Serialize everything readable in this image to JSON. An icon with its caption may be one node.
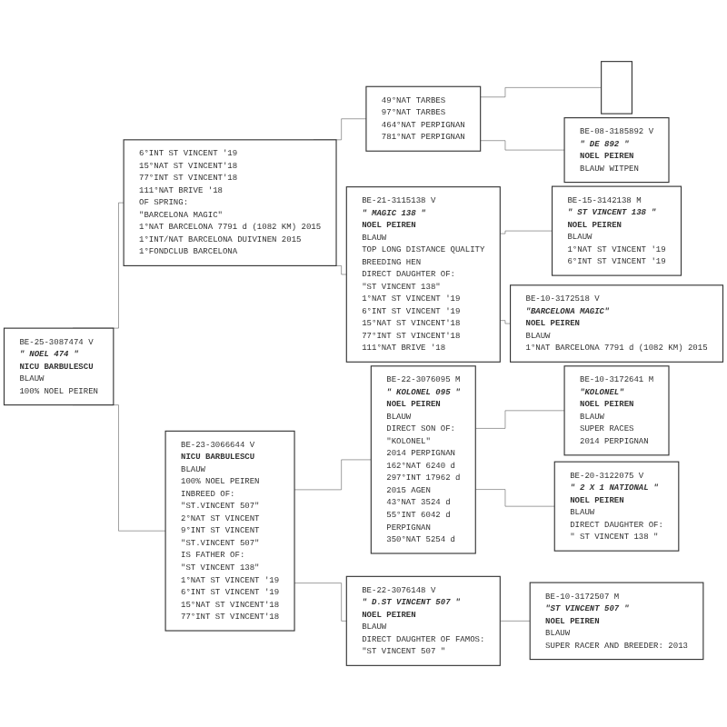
{
  "diagram": {
    "nodes": [
      {
        "text": [
          "BE-25-3087474 V",
          "\" NOEL 474 \"",
          "NICU BARBULESCU",
          "BLAUW",
          "100% NOEL PEIREN"
        ]
      },
      {
        "text": [
          "6°INT ST VINCENT '19",
          "15°NAT ST VINCENT'18",
          "77°INT ST VINCENT'18",
          "111°NAT BRIVE '18",
          "OF SPRING:",
          "\"BARCELONA MAGIC\"",
          "1°NAT BARCELONA 7791 d (1082 KM) 2015",
          "1°INT/NAT BARCELONA DUIVINEN 2015",
          "1°FONDCLUB BARCELONA"
        ]
      },
      {
        "text": [
          "49°NAT TARBES",
          "97°NAT TARBES",
          "464°NAT PERPIGNAN",
          "781°NAT PERPIGNAN"
        ]
      },
      {
        "text": [],
        "shape": "box"
      },
      {
        "text": [
          "BE-08-3185892 V",
          "\" DE 892 \"",
          "NOEL PEIREN",
          "BLAUW WITPEN"
        ]
      },
      {
        "text": [
          "BE-21-3115138 V",
          "\" MAGIC 138 \"",
          "NOEL PEIREN",
          "BLAUW",
          "TOP LONG DISTANCE QUALITY",
          "BREEDING HEN",
          "DIRECT DAUGHTER OF:",
          "\"ST VINCENT 138\"",
          "1°NAT ST VINCENT '19",
          "6°INT ST VINCENT '19",
          "15°NAT ST VINCENT'18",
          "77°INT ST VINCENT'18",
          "111°NAT BRIVE '18"
        ]
      },
      {
        "text": [
          "BE-15-3142138 M",
          "\" ST VINCENT 138 \"",
          "NOEL PEIREN",
          "BLAUW",
          "1°NAT ST VINCENT '19",
          "6°INT ST VINCENT '19"
        ]
      },
      {
        "text": [
          "BE-10-3172518 V",
          "\"BARCELONA MAGIC\"",
          "NOEL PEIREN",
          "BLAUW",
          "1°NAT BARCELONA 7791 d (1082 KM) 2015"
        ]
      },
      {
        "text": [
          "BE-23-3066644 V",
          "NICU BARBULESCU",
          "BLAUW",
          "100% NOEL PEIREN",
          "INBREED OF:",
          "\"ST.VINCENT 507\"",
          "2°NAT ST VINCENT",
          "9°INT ST VINCENT",
          "\"ST.VINCENT 507\"",
          "IS FATHER OF:",
          "\"ST VINCENT 138\"",
          "1°NAT ST VINCENT '19",
          "6°INT ST VINCENT '19",
          "15°NAT ST VINCENT'18",
          "77°INT ST VINCENT'18"
        ]
      },
      {
        "text": [
          "BE-22-3076095 M",
          "\" KOLONEL 095 \"",
          "NOEL PEIREN",
          "BLAUW",
          "DIRECT SON OF:",
          "\"KOLONEL\"",
          "2014 PERPIGNAN",
          "162°NAT 6240 d",
          "297°INT 17962 d",
          "2015 AGEN",
          "43°NAT 3524 d",
          "55°INT 6042 d",
          "PERPIGNAN",
          "350°NAT 5254 d"
        ]
      },
      {
        "text": [
          "BE-10-3172641 M",
          "\"KOLONEL\"",
          "NOEL PEIREN",
          "BLAUW",
          "SUPER RACES",
          "2014 PERPIGNAN"
        ]
      },
      {
        "text": [
          "BE-20-3122075 V",
          "\" 2 X 1 NATIONAL \"",
          "NOEL PEIREN",
          "BLAUW",
          "DIRECT DAUGHTER OF:",
          "\" ST VINCENT 138 \""
        ]
      },
      {
        "text": [
          "BE-22-3076148 V",
          "\" D.ST VINCENT 507 \"",
          "NOEL PEIREN",
          "BLAUW",
          "DIRECT DAUGHTER OF FAMOS:",
          "\"ST VINCENT 507 \""
        ]
      },
      {
        "text": [
          "BE-10-3172507 M",
          "\"ST VINCENT 507 \"",
          "NOEL PEIREN",
          "BLAUW",
          "SUPER RACER AND BREEDER: 2013"
        ]
      }
    ],
    "edges": [
      {
        "from": 0,
        "to": 1,
        "arrow": "none"
      },
      {
        "from": 0,
        "to": 8,
        "arrow": "none"
      },
      {
        "from": 1,
        "to": 2,
        "arrow": "none"
      },
      {
        "from": 1,
        "to": 5,
        "arrow": "none"
      },
      {
        "from": 2,
        "to": 3,
        "arrow": "none"
      },
      {
        "from": 2,
        "to": 4,
        "arrow": "none"
      },
      {
        "from": 5,
        "to": 6,
        "arrow": "none"
      },
      {
        "from": 5,
        "to": 7,
        "arrow": "none"
      },
      {
        "from": 8,
        "to": 9,
        "arrow": "none"
      },
      {
        "from": 8,
        "to": 12,
        "arrow": "none"
      },
      {
        "from": 9,
        "to": 10,
        "arrow": "none"
      },
      {
        "from": 9,
        "to": 11,
        "arrow": "none"
      },
      {
        "from": 12,
        "to": 13,
        "arrow": "none"
      }
    ]
  }
}
